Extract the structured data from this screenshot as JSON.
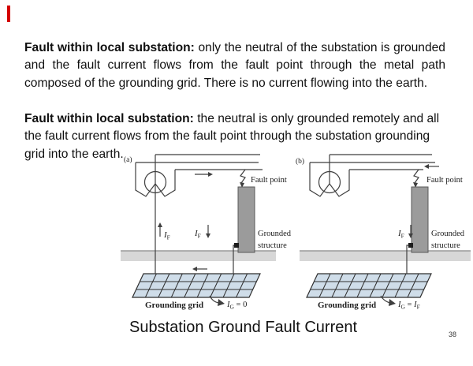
{
  "slide": {
    "p1": {
      "l1_bold": "Fault within local substation:",
      "l1_rest": " only the neutral of the substation is grounded",
      "l2": "and the fault current flows from the fault point through the metal path",
      "l3": "composed of the grounding grid. There is no current flowing into the earth."
    },
    "p2": {
      "l1_bold": "Fault within local substation:",
      "l1_rest": " the neutral is only grounded remotely and all",
      "l2": "the fault current flows from the fault point through the substation grounding",
      "l3": "grid into the earth."
    },
    "caption": "Substation Ground Fault Current",
    "page_number": "38"
  },
  "figure": {
    "a": {
      "tag": "(a)",
      "fault_point": "Fault point",
      "grounded": "Grounded",
      "structure": "structure",
      "grounding_grid": "Grounding grid",
      "if_sym": "I",
      "if_sub": "F",
      "ig_sym": "I",
      "ig_sub": "G",
      "ig_eq": " = 0"
    },
    "b": {
      "tag": "(b)",
      "fault_point": "Fault point",
      "grounded": "Grounded",
      "structure": "structure",
      "grounding_grid": "Grounding grid",
      "if_sym": "I",
      "if_sub": "F",
      "ig_sym": "I",
      "ig_sub": "G",
      "ig_eq": " = ",
      "ig_sym2": "I",
      "ig_sub2": "F"
    },
    "colors": {
      "wire": "#3f3f3f",
      "grid_fill": "#cfdde9",
      "grid_line": "#2f2f2f",
      "structure_fill": "#9b9b9b",
      "structure_edge": "#5a5a5a",
      "ground_band": "#d7d7d7",
      "band_edge": "#9a9a9a",
      "marker": "#d40000"
    }
  }
}
